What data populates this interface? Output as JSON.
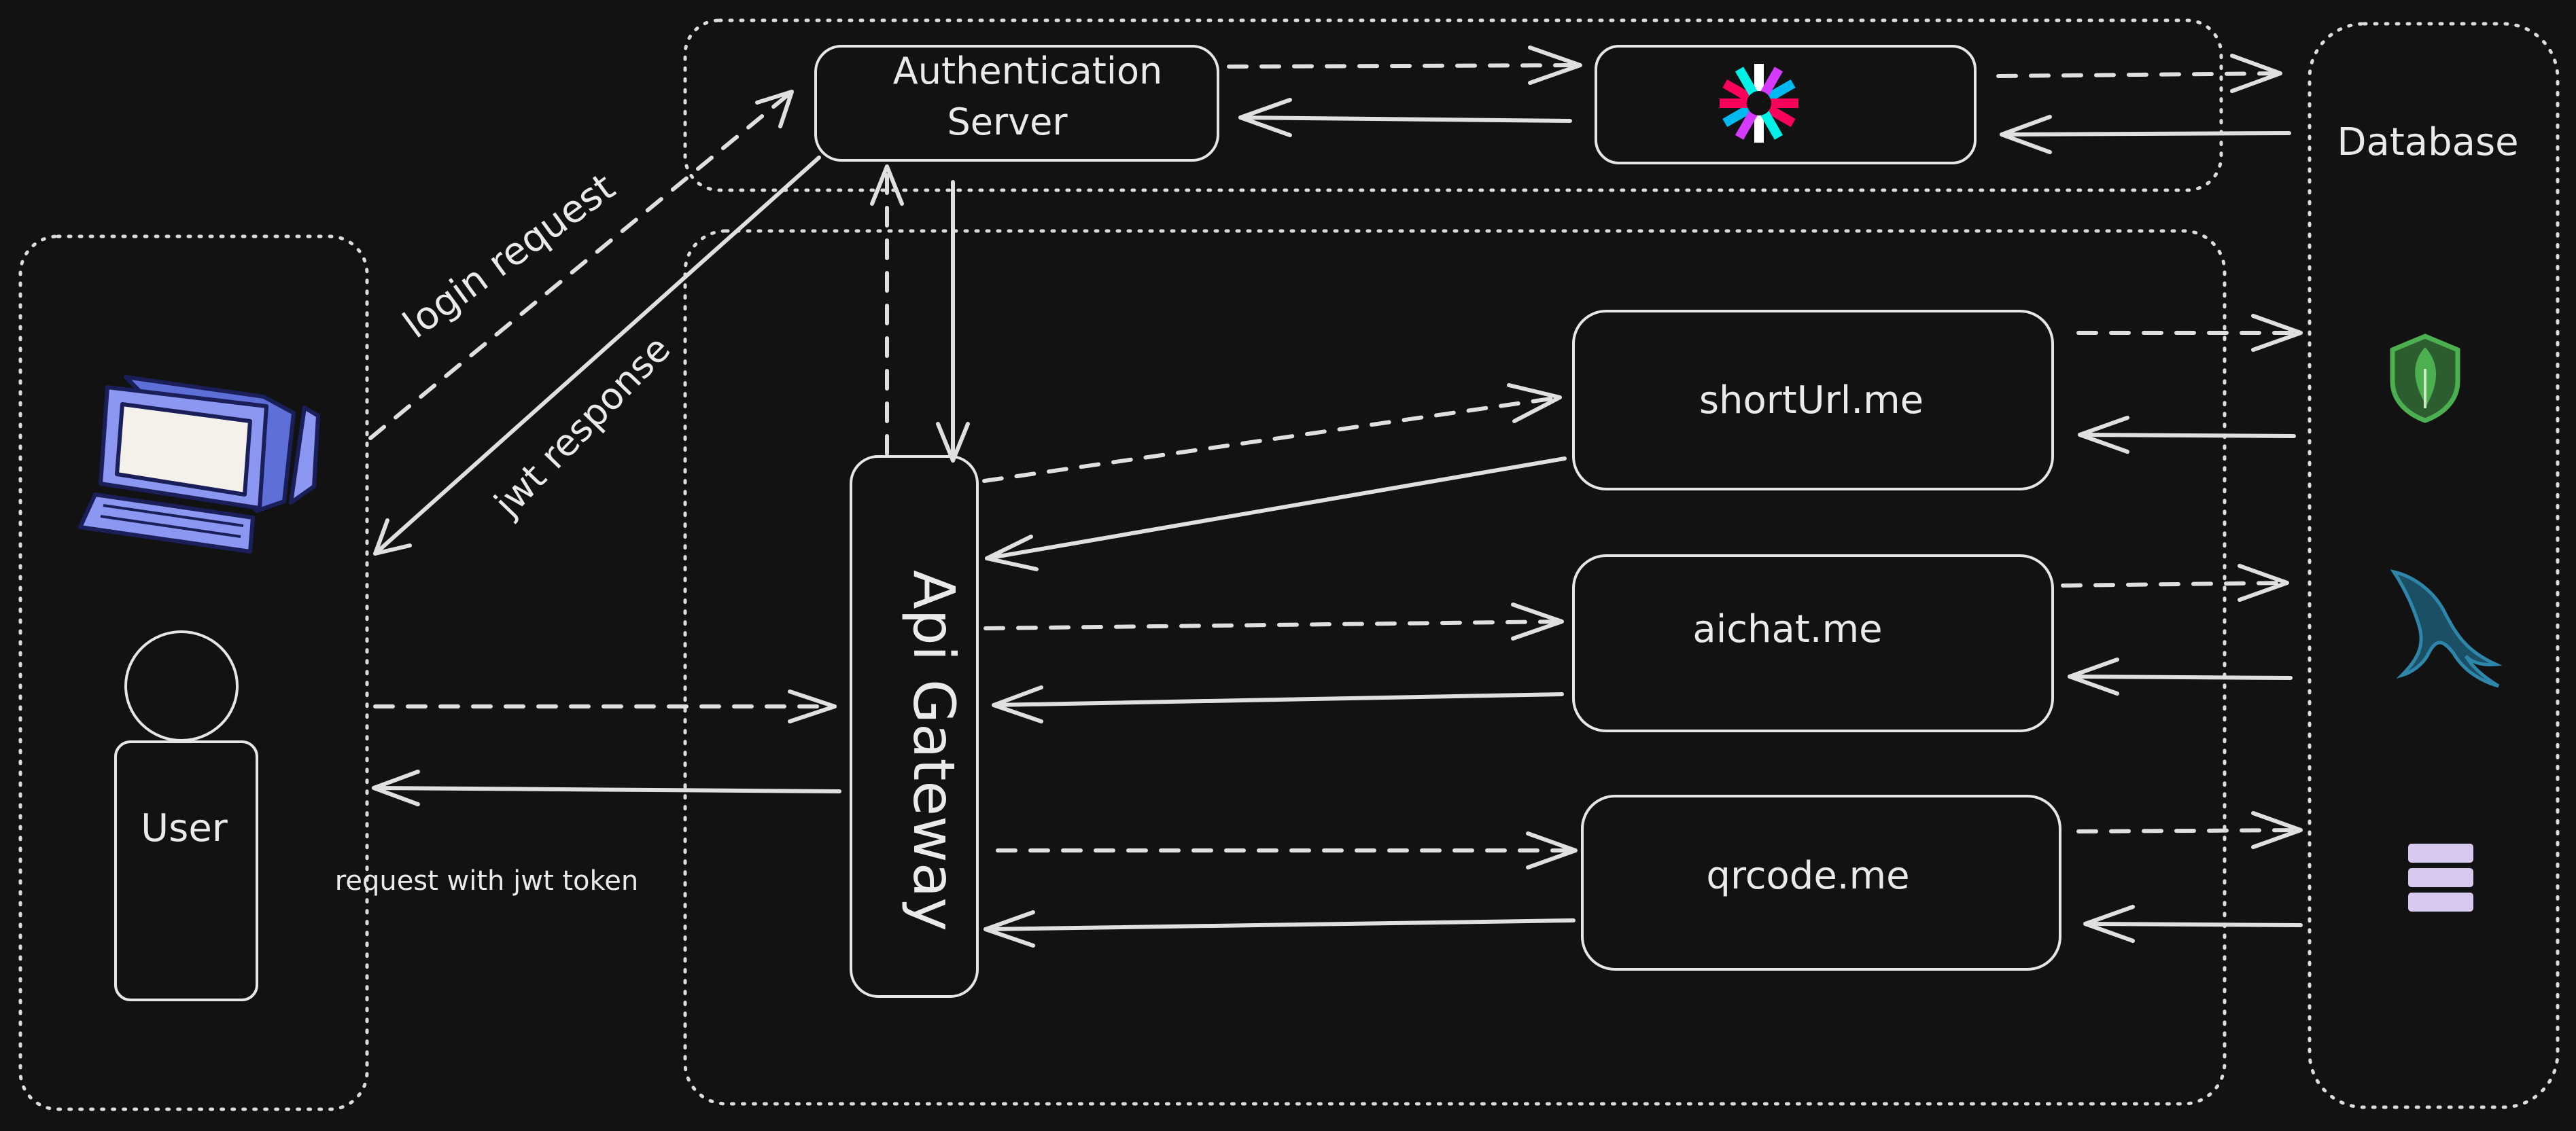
{
  "nodes": {
    "auth_server": {
      "line1": "Authentication",
      "line2": "Server"
    },
    "database": "Database",
    "user": "User",
    "api_gateway": "Api Gateway",
    "services": [
      "shortUrl.me",
      "aichat.me",
      "qrcode.me"
    ]
  },
  "edge_labels": {
    "login_request": "login request",
    "jwt_response": "jwt response",
    "request_with_token": "request with jwt token"
  },
  "icons": {
    "jwt": "jwt-logo-icon",
    "mongodb": "mongodb-leaf-icon",
    "mysql": "mysql-dolphin-icon",
    "storage": "database-stack-icon",
    "computer": "computer-icon",
    "user": "user-figure-icon"
  },
  "colors": {
    "background": "#121212",
    "stroke": "#e6e6e6",
    "computer_blue": "#8b97f0",
    "mongodb_green": "#4caf50",
    "mysql_blue": "#1f6f8b",
    "storage_lavender": "#d7c9f0"
  }
}
